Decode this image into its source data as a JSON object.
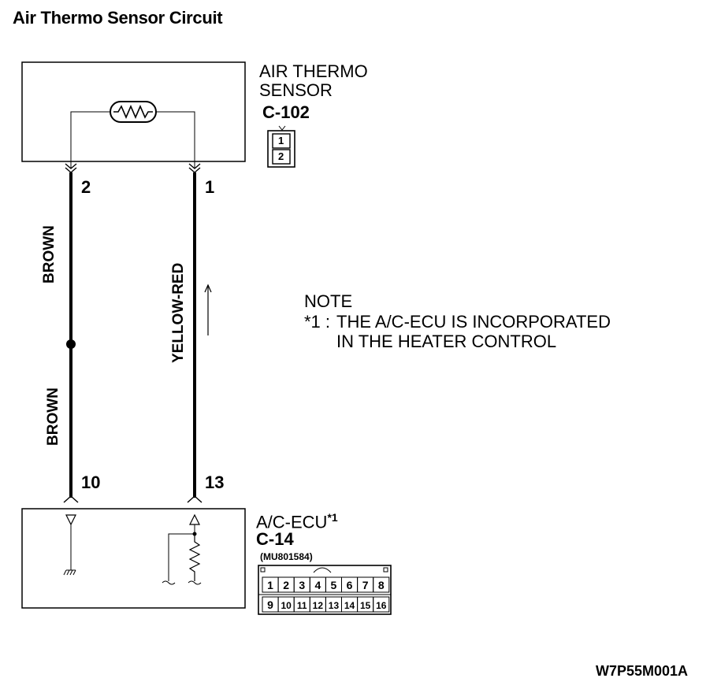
{
  "title": "Air Thermo Sensor Circuit",
  "sensor": {
    "name_line1": "AIR THERMO",
    "name_line2": "SENSOR",
    "connector": "C-102",
    "connector_pins": [
      "1",
      "2"
    ]
  },
  "wires": {
    "left": {
      "color_upper": "BROWN",
      "color_lower": "BROWN",
      "top_pin": "2",
      "bottom_pin": "10"
    },
    "right": {
      "color": "YELLOW-RED",
      "top_pin": "1",
      "bottom_pin": "13"
    }
  },
  "note": {
    "heading": "NOTE",
    "marker": "*1 :",
    "line1": "THE A/C-ECU IS INCORPORATED",
    "line2": "IN THE HEATER CONTROL"
  },
  "ecu": {
    "name": "A/C-ECU",
    "superscript": "*1",
    "connector": "C-14",
    "part_code": "(MU801584)",
    "row1": [
      "1",
      "2",
      "3",
      "4",
      "5",
      "6",
      "7",
      "8"
    ],
    "row2": [
      "9",
      "10",
      "11",
      "12",
      "13",
      "14",
      "15",
      "16"
    ]
  },
  "figure_code": "W7P55M001A"
}
